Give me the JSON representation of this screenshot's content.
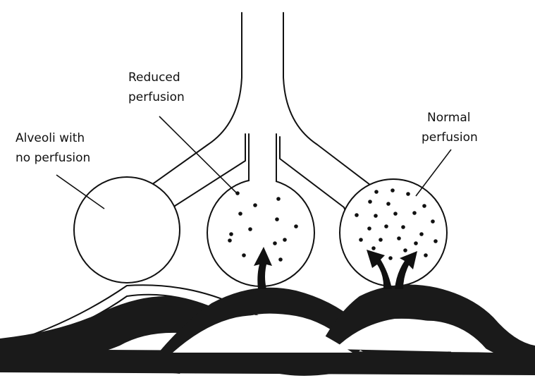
{
  "labels": {
    "no_perfusion": [
      "Alveoli with",
      "no perfusion"
    ],
    "reduced": [
      "Reduced",
      "perfusion"
    ],
    "normal": [
      "Normal",
      "perfusion"
    ]
  },
  "colors": {
    "line": "#111111",
    "vessel": "#1a1a1a",
    "background": "#ffffff"
  },
  "icons": {
    "gas_exchange": "curved-arrow-up-icon"
  }
}
